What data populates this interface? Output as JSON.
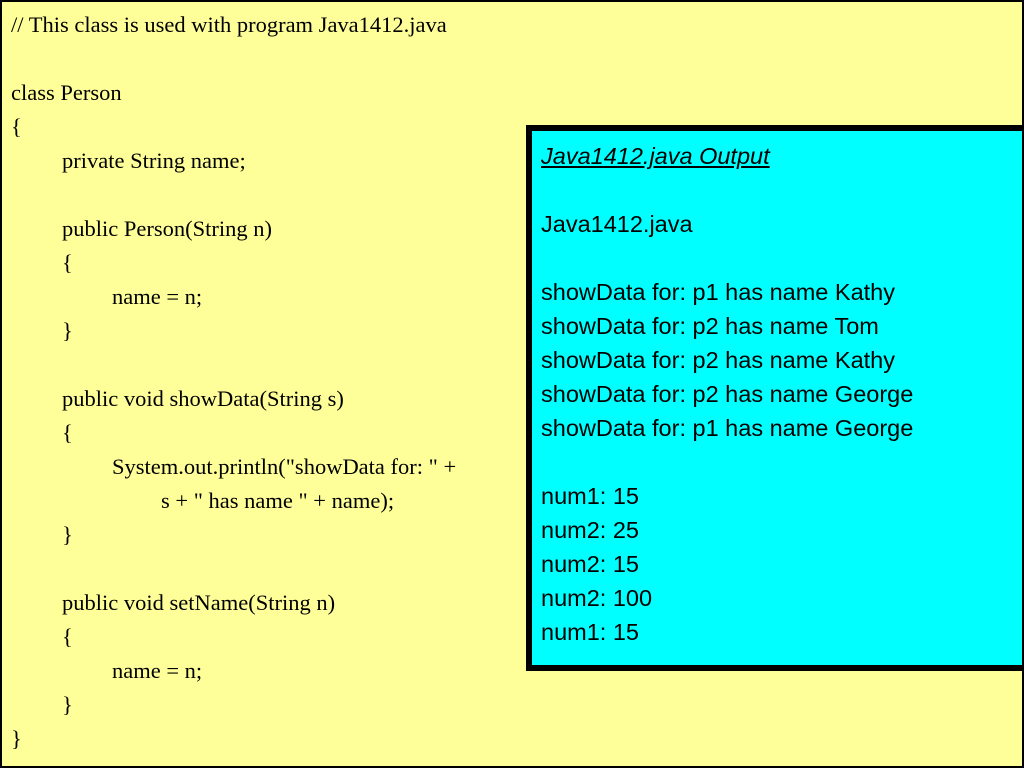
{
  "code": {
    "lines": [
      {
        "text": "// This class is used with program Java1412.java",
        "indent": 0
      },
      {
        "text": "",
        "indent": 0
      },
      {
        "text": "class Person",
        "indent": 0
      },
      {
        "text": "{",
        "indent": 0
      },
      {
        "text": "private String name;",
        "indent": 1
      },
      {
        "text": "",
        "indent": 0
      },
      {
        "text": "public Person(String n)",
        "indent": 1
      },
      {
        "text": "{",
        "indent": 1
      },
      {
        "text": "name = n;",
        "indent": 2
      },
      {
        "text": "}",
        "indent": 1
      },
      {
        "text": "",
        "indent": 0
      },
      {
        "text": "public void showData(String s)",
        "indent": 1
      },
      {
        "text": "{",
        "indent": 1
      },
      {
        "text": "System.out.println(\"showData for: \" +",
        "indent": 2
      },
      {
        "text": "s + \" has name \" + name);",
        "indent": 3
      },
      {
        "text": "}",
        "indent": 1
      },
      {
        "text": "",
        "indent": 0
      },
      {
        "text": "public void setName(String n)",
        "indent": 1
      },
      {
        "text": "{",
        "indent": 1
      },
      {
        "text": "name = n;",
        "indent": 2
      },
      {
        "text": "}",
        "indent": 1
      },
      {
        "text": "}",
        "indent": 0
      }
    ]
  },
  "output": {
    "title": "Java1412.java Output",
    "lines": [
      "",
      "Java1412.java",
      "",
      "showData for: p1 has name Kathy",
      "showData for: p2 has name Tom",
      "showData for: p2 has name Kathy",
      "showData for: p2 has name George",
      "showData for: p1 has name George",
      "",
      "num1: 15",
      "num2: 25",
      "num2: 15",
      "num2: 100",
      "num1: 15"
    ]
  },
  "colors": {
    "slide_background": "#ffff99",
    "output_background": "#00ffff",
    "border": "#000000"
  }
}
